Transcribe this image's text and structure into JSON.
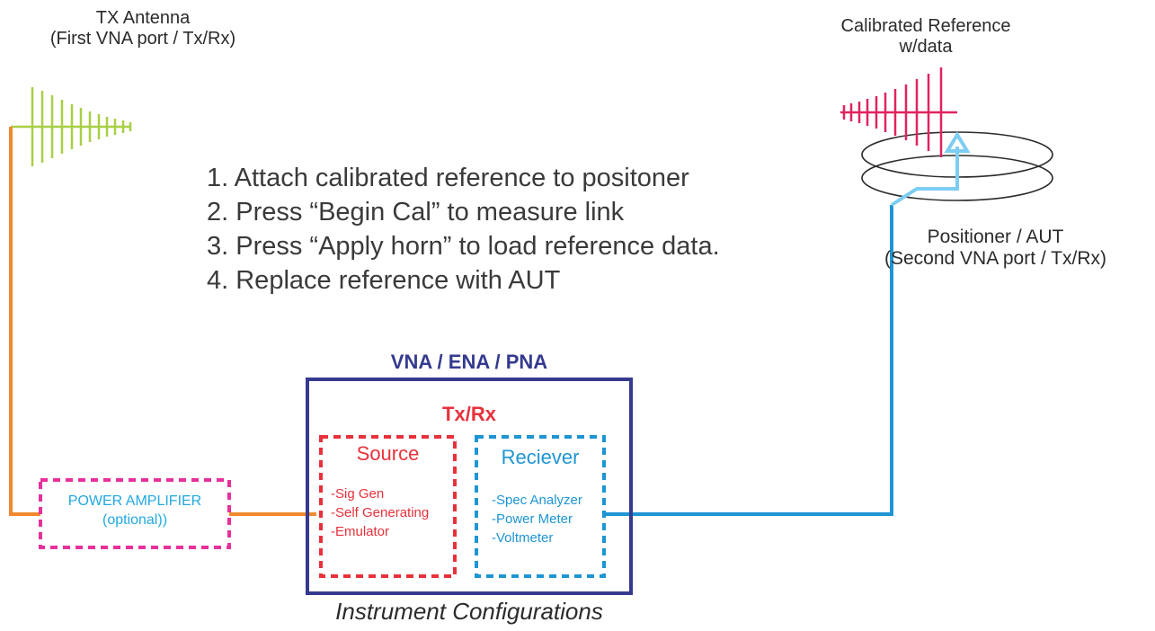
{
  "tx_antenna": {
    "title": "TX Antenna",
    "subtitle": "(First VNA port / Tx/Rx)"
  },
  "reference": {
    "title": "Calibrated Reference",
    "subtitle": "w/data"
  },
  "positioner": {
    "title": "Positioner / AUT",
    "subtitle": "(Second VNA port / Tx/Rx)"
  },
  "steps": [
    "1. Attach calibrated reference to positoner",
    "2. Press “Begin Cal” to measure link",
    "3. Press “Apply horn” to load reference data.",
    "4. Replace reference with AUT"
  ],
  "instrument": {
    "header": "VNA / ENA / PNA",
    "mode": "Tx/Rx",
    "source": {
      "title": "Source",
      "items": [
        "-Sig Gen",
        "-Self Generating",
        "-Emulator"
      ]
    },
    "receiver": {
      "title": "Reciever",
      "items": [
        "-Spec Analyzer",
        "-Power Meter",
        "-Voltmeter"
      ]
    },
    "caption": "Instrument Configurations"
  },
  "amplifier": {
    "title": "POWER AMPLIFIER",
    "subtitle": "(optional))"
  },
  "colors": {
    "tx_antenna": "#a8cf45",
    "reference_antenna": "#e0245e",
    "tx_cable": "#f08a2e",
    "rx_cable": "#1e95d3",
    "rx_cable_light": "#7dcdf2",
    "instrument_border": "#353a8f",
    "source": "#e8313b",
    "receiver": "#1e95d3",
    "amplifier_border": "#e8309a",
    "amplifier_text": "#22a9e0",
    "text": "#2b2b2b"
  },
  "icons": [
    "log-periodic-antenna-icon",
    "positioner-turntable-icon"
  ]
}
